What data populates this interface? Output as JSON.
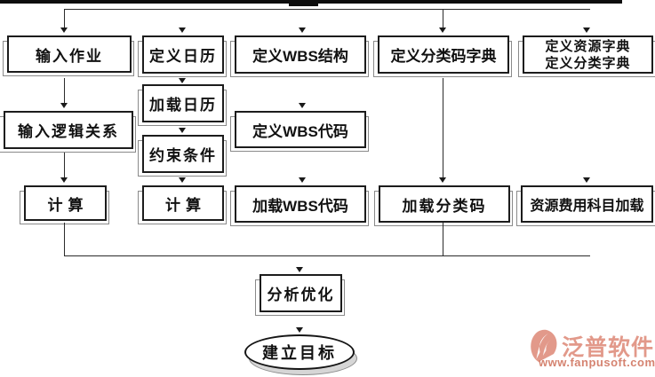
{
  "nodes": {
    "input_job": "输入作业",
    "define_calendar": "定义日历",
    "define_wbs_structure": "定义WBS结构",
    "define_class_code_dict": "定义分类码字典",
    "define_resource_dict_line1": "定义资源字典",
    "define_resource_dict_line2": "定义分类字典",
    "input_logic_relation": "输入逻辑关系",
    "load_calendar": "加载日历",
    "define_wbs_code": "定义WBS代码",
    "constraint_condition": "约束条件",
    "calculate_left": "计算",
    "calculate_mid": "计算",
    "load_wbs_code": "加载WBS代码",
    "load_class_code": "加载分类码",
    "load_resource_cost_account": "资源费用科目加载",
    "analyze_optimize": "分析优化",
    "establish_target": "建立目标"
  },
  "watermark": {
    "brand": "泛普软件",
    "url": "www.fanpusoft.com",
    "brand_color": "#E2998A",
    "url_color": "#D58370"
  },
  "colors": {
    "connector_line": "#2b2b2b",
    "box_border": "#1c1c1c",
    "box_shadow": "#8a8a8a",
    "top_bar": "#0d0d0d"
  }
}
